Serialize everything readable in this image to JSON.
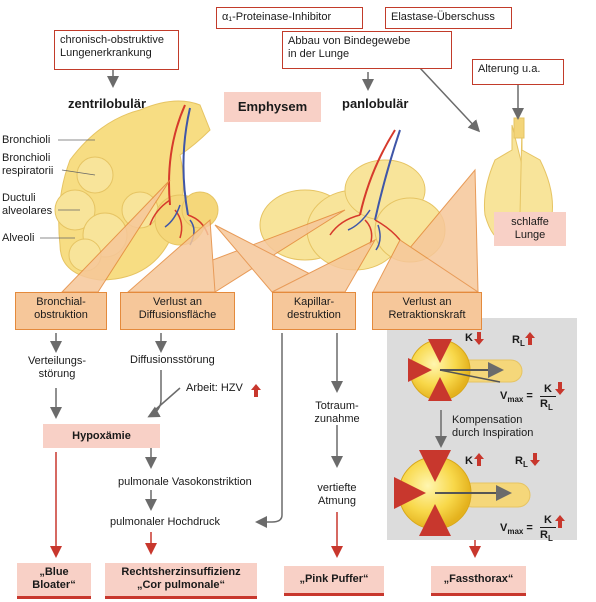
{
  "top": {
    "inhibitor": "α₁-Proteinase-Inhibitor",
    "elastase": "Elastase-Überschuss",
    "copd_line1": "chronisch-obstruktive",
    "copd_line2": "Lungenerkrankung",
    "abbau_line1": "Abbau von Bindegewebe",
    "abbau_line2": "in der Lunge",
    "alterung": "Alterung u.a."
  },
  "headings": {
    "zentrilobular": "zentrilobulär",
    "emphysem": "Emphysem",
    "panlobular": "panlobulär"
  },
  "labels": {
    "bronchioli": "Bronchioli",
    "bronchioli_resp_1": "Bronchioli",
    "bronchioli_resp_2": "respiratorii",
    "ductuli_1": "Ductuli",
    "ductuli_2": "alveolares",
    "alveoli": "Alveoli",
    "schlaffe_1": "schlaffe",
    "schlaffe_2": "Lunge"
  },
  "mechanisms": [
    {
      "line1": "Bronchial-",
      "line2": "obstruktion"
    },
    {
      "line1": "Verlust an",
      "line2": "Diffusionsfläche"
    },
    {
      "line1": "Kapillar-",
      "line2": "destruktion"
    },
    {
      "line1": "Verlust an",
      "line2": "Retraktionskraft"
    }
  ],
  "flow": {
    "verteilung_1": "Verteilungs-",
    "verteilung_2": "störung",
    "diffusion": "Diffusionsstörung",
    "arbeit": "Arbeit: HZV",
    "hypoxaemie": "Hypoxämie",
    "vasokonstriktion": "pulmonale Vasokonstriktion",
    "hochdruck": "pulmonaler Hochdruck",
    "totraum_1": "Totraum-",
    "totraum_2": "zunahme",
    "atmung_1": "vertiefte",
    "atmung_2": "Atmung",
    "kompensation_1": "Kompensation",
    "kompensation_2": "durch Inspiration"
  },
  "mechanics": {
    "k": "K",
    "rl": "R",
    "rl_sub": "L",
    "vmax": "V",
    "vmax_sub": "max",
    "equals": "=",
    "frac_num": "K",
    "frac_den": "R",
    "frac_den_sub": "L"
  },
  "outcomes": {
    "blue_1": "„Blue",
    "blue_2": "Bloater“",
    "rhi_1": "Rechtsherzinsuffizienz",
    "rhi_2": "„Cor pulmonale“",
    "pink": "„Pink Puffer“",
    "fass": "„Fassthorax“"
  },
  "colors": {
    "red_arrow": "#c8372d",
    "orange_box": "#f6c79a",
    "pink_box": "#f8d0c6",
    "lung_yellow": "#f7dd83",
    "panel_grey": "#dcdcdc"
  }
}
